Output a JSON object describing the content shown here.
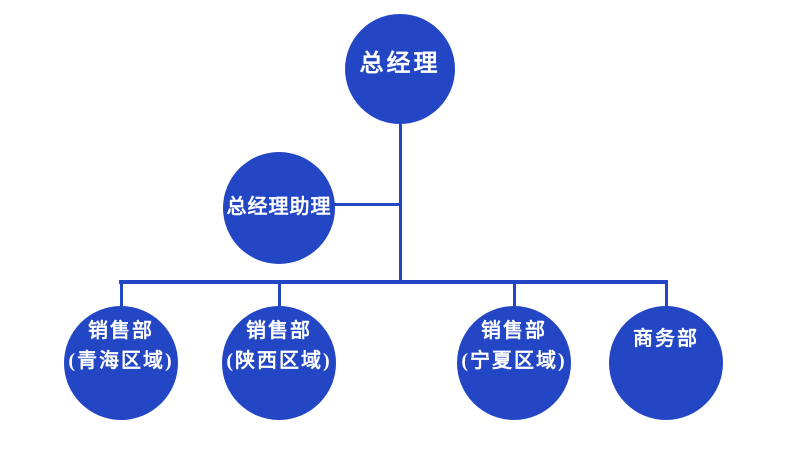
{
  "page": {
    "background_color": "#ffffff",
    "accent_color": "#2346c5",
    "node_text_color": "#ffffff"
  },
  "org_chart": {
    "type": "org-tree",
    "nodes": {
      "general_manager": {
        "label": "总经理"
      },
      "gm_assistant": {
        "label": "总经理助理"
      },
      "sales_qinghai": {
        "line1": "销售部",
        "line2": "(青海区域)"
      },
      "sales_shaanxi": {
        "line1": "销售部",
        "line2": "(陕西区域)"
      },
      "sales_ningxia": {
        "line1": "销售部",
        "line2": "(宁夏区域)"
      },
      "business_dept": {
        "label": "商务部"
      }
    },
    "edges": [
      "general_manager -> department rail",
      "gm_assistant -> trunk",
      "rail -> sales_qinghai",
      "rail -> sales_shaanxi",
      "rail -> sales_ningxia",
      "rail -> business_dept"
    ]
  }
}
